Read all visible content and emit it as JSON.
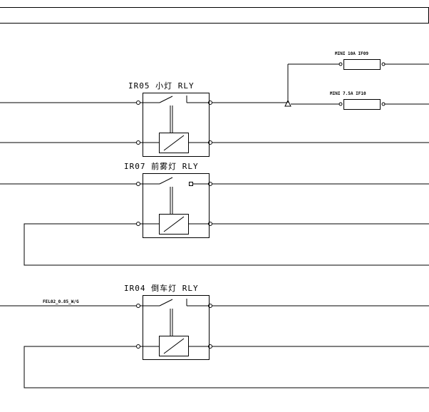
{
  "relays": [
    {
      "label": "IR05 小灯 RLY"
    },
    {
      "label": "IR07 前雾灯 RLY"
    },
    {
      "label": "IR04 倒车灯 RLY"
    }
  ],
  "fuses": [
    {
      "label": "MINI 10A IF09"
    },
    {
      "label": "MINI 7.5A IF10"
    }
  ],
  "wire_labels": {
    "relay3_input": "FEL02_0.85_W/G"
  }
}
